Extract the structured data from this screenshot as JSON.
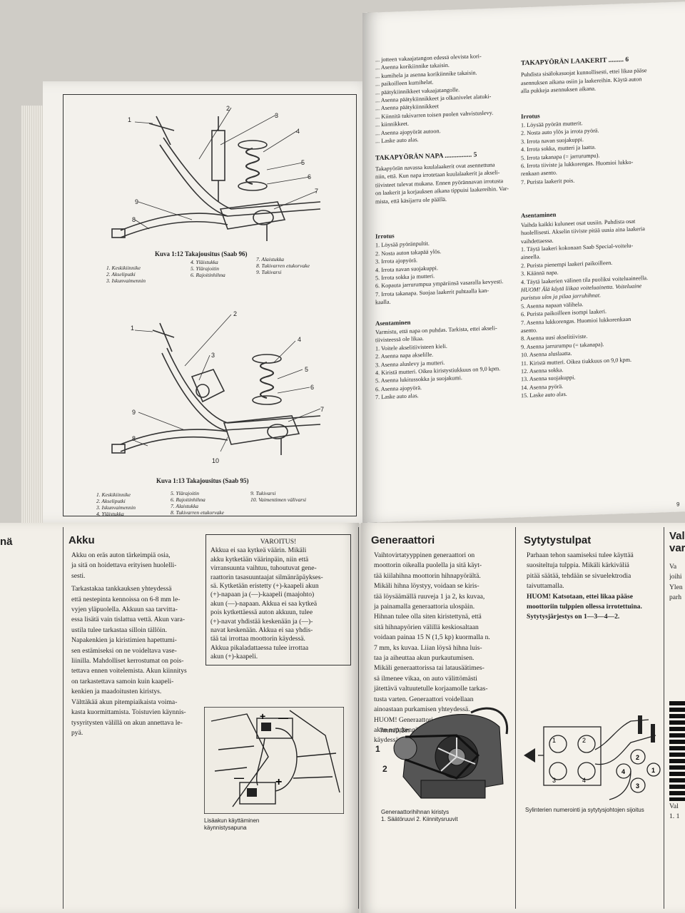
{
  "upper_left": {
    "fig12": {
      "caption": "Kuva 1:12  Takajousitus (Saab 96)",
      "callouts": [
        "1",
        "2",
        "3",
        "4",
        "5",
        "6",
        "7",
        "8",
        "9"
      ],
      "legend": [
        "1.  Keskikiinnike",
        "2.  Akseliputki",
        "3.  Iskunvaimennin",
        "4.  Yläistukka",
        "5.  Ylärajoitin",
        "6.  Rajoitinhihna",
        "7.  Alaistukka",
        "8.  Tukivarren etukorvake",
        "9.  Tukivarsi"
      ]
    },
    "fig13": {
      "caption": "Kuva 1:13  Takajousitus (Saab 95)",
      "callouts": [
        "1",
        "2",
        "3",
        "4",
        "5",
        "6",
        "7",
        "8",
        "9",
        "10"
      ],
      "legend": [
        "1.  Keskikiinnike",
        "2.  Akseliputki",
        "3.  Iskunvaimennin",
        "4.  Yläistukka",
        "5.  Ylärajoitin",
        "6.  Rajoitinhihna",
        "7.  Alaistukka",
        "8.  Tukivarren etukorvake",
        "9.  Tukivarsi",
        "10.  Vaimentimen välivarsi"
      ]
    }
  },
  "upper_right": {
    "col1_top": [
      "... jotteen vakaajatangon edessä olevista kori-",
      "... Asenna korikiinnike takaisin.",
      "... kumihela ja asenna korikiinnike takaisin.",
      "... paikoilleen kumihelat.",
      "... päätykiinnikkeet vakaajatangolle.",
      "... Asenna päätykiinnikkeet ja olkanivelet alatuki-",
      "... Asenna päätykiinnikkeet",
      "... Kiinnitä tukivarren toisen puolen vahvistuslevy.",
      "... kiinnikkeet.",
      "... Asenna ajopyörät autoon.",
      "... Laske auto alas."
    ],
    "napa_heading": "TAKAPYÖRÄN NAPA",
    "napa_num": "5",
    "napa_intro": [
      "Takapyörän navassa kuulalaakerit ovat asennettuna",
      "niin, että. Kun napa irrotetaan kuulalaakerit ja akseli-",
      "tiivisteet tulevat mukana. Ennen pyörännavan irrotusta",
      "on laakerit ja korjauksen aikana tippuisi laakereihin. Var-",
      "mista, että käsijarru ole päällä."
    ],
    "irrotus_heading": "Irrotus",
    "irrotus_steps": [
      "1.  Löysää pyöränpultit.",
      "2.  Nosta auton takapää ylös.",
      "3.  Irrota ajopyörä.",
      "4.  Irrota navan suojakuppi.",
      "5.  Irrota sokka ja mutteri.",
      "6.  Kopauta jarrurumpua ympäriinsä vasaralla kevyesti.",
      "7.  Irrota takanapa. Suojaa laakerit puhtaalla kan-",
      "     kaalla."
    ],
    "asentaminen_heading": "Asentaminen",
    "asentaminen_intro": [
      "Varmistu, että napa on puhdas. Tarkista, ettei akseli-",
      "tiivisteessä ole likaa."
    ],
    "asentaminen_steps": [
      "1.  Voitele akselitiivisteen kieli.",
      "2.  Asenna napa akselille.",
      "3.  Asenna aluslevy ja mutteri.",
      "4.  Kiristä mutteri. Oikea kiristystiukkuus on 9,0 kpm.",
      "5.  Asenna lukitussokka ja suojakumi.",
      "6.  Asenna ajopyörä.",
      "7.  Laske auto alas."
    ],
    "laakerit_heading": "TAKAPYÖRÄN LAAKERIT",
    "laakerit_num": "6",
    "laakerit_intro": [
      "Puhdista sisälokasuojat kunnollisesti, ettei likaa pääse",
      "asennuksen aikana osiin ja laakereihin. Käytä auton",
      "alla pukkeja asennuksen aikana."
    ],
    "irrotus2_heading": "Irrotus",
    "irrotus2_steps": [
      "1.  Löysää pyörän mutterit.",
      "2.  Nosta auto ylös ja irrota pyörä.",
      "3.  Irrota navan suojakuppi.",
      "4.  Irrota sokka, mutteri ja laatta.",
      "5.  Irrota takanapa (= jarrurumpu).",
      "6.  Irrota tiiviste ja lukkorengas. Huomioi lukko-",
      "     renkaan asento.",
      "7.  Purista laakerit pois."
    ],
    "asentaminen2_heading": "Asentaminen",
    "asentaminen2_intro": [
      "Vaihda kaikki kuluneet osat uusiin. Puhdista osat",
      "huolellisesti. Akselin tiiviste pitää uusia aina laakeria",
      "vaihdettaessa."
    ],
    "asentaminen2_steps": [
      "1.  Täytä laakeri kokonaan Saab Special-voitelu-",
      "     aineella.",
      "2.  Purista pienempi laakeri paikoilleen.",
      "3.  Käännä napa.",
      "4.  Täytä laakerien välinen tila puoliksi voiteluaineella.",
      "HUOM! Älä käytä liikaa voiteluainetta. Voiteluaine",
      "puristuu ulos ja pilaa jarruhihnat.",
      "5.  Asenna napaan välihela.",
      "6.  Purista paikoilleen isompi laakeri.",
      "7.  Asenna lukkorengas. Huomioi lukkorenkaan",
      "     asento.",
      "8.  Asenna uusi akselitiiviste.",
      "9.  Asenna jarrurumpu (= takanapa).",
      "10.  Asenna aluslaatta.",
      "11.  Kiristä mutteri. Oikea tiukkuus on 9,0 kpm.",
      "12.  Asenna sokka.",
      "13.  Asenna suojakuppi.",
      "14.  Asenna pyörä.",
      "15.  Laske auto alas."
    ],
    "page_number": "9"
  },
  "booklet_left": {
    "edge_fragment": "nä",
    "akku_heading": "Akku",
    "akku_text": [
      "Akku on eräs auton tärkeimpiä osia,",
      "ja sitä on hoidettava erityisen huolelli-",
      "sesti.",
      "Tarkastakaa tankkauksen yhteydessä",
      "että nestepinta kennoissa on 6-8 mm le-",
      "vyjen yläpuolella. Akkuun saa tarvitta-",
      "essa lisätä vain tislattua vettä. Akun vara-",
      "ustila tulee tarkastaa silloin tällöin.",
      "Napakenkien ja kiristimien hapettumi-",
      "sen estämiseksi on ne voideltava vase-",
      "liinilla. Mahdolliset kerrostumat on pois-",
      "tettava ennen voitelemista. Akun kiinnitys",
      "on tarkastettava samoin kuin kaapeli-",
      "kenkien ja maadoitusten kiristys.",
      "Välttäkää akun pitempiaikaista voima-",
      "kasta kuormittamista. Toistuvien käynnis-",
      "tysyritysten välillä on akun annettava le-",
      "pyä."
    ],
    "warning_title": "VAROITUS!",
    "warning_text": [
      "Akkua ei saa kytkeä väärin. Mikäli",
      "akku kytketään väärinpäin, niin että",
      "virransuunta vaihtuu, tuhoutuvat gene-",
      "raattorin tasasuuntaajat silmänräpäykses-",
      "sä. Kytketään eristetty (+)-kaapeli akun",
      "(+)-napaan ja (—)-kaapeli (maajohto)",
      "akun (—)-napaan. Akkua ei saa kytkeä",
      "pois kytkettäessä auton akkuun, tulee",
      "(+)-navat yhdistää keskenään ja (—)-",
      "navat keskenään. Akkua ei saa yhdis-",
      "tää tai irrottaa moottorin käydessä.",
      "Akkua pikaladattaessa tulee irrottaa",
      "akun (+)-kaapeli."
    ],
    "fig_caption": [
      "Lisäakun käyttäminen",
      "käynnistysapuna"
    ]
  },
  "booklet_right": {
    "generaattori_heading": "Generaattori",
    "generaattori_text": [
      "Vaihtovirtatyyppinen generaattori on",
      "moottorin oikealla puolella ja sitä käyt-",
      "tää kiilahihna moottorin hihnapyörältä.",
      "Mikäli hihna löystyy, voidaan se kiris-",
      "tää löysäämällä ruuveja 1 ja 2, ks kuvaa,",
      "ja painamalla generaattoria ulospäin.",
      "Hihnan tulee olla siten kiristettynä, että",
      "sitä hihnapyörien välillä keskiosaltaan",
      "voidaan painaa 15 N (1,5 kp) kuormalla n.",
      "7 mm, ks kuvaa. Liian löysä hihna luis-",
      "taa ja aiheuttaa akun purkautumisen.",
      "Mikäli generaattorissa tai latausäätimes-",
      "sä ilmenee vikaa, on auto välittömästi",
      "jätettävä valtuutetulle korjaamolle tarkas-",
      "tusta varten. Generaattori voidellaan",
      "ainoastaan purkamisen yhteydessä.",
      "HUOM! Generaattori vahingoittuu, jos",
      "akun napakengät irrotetaan moottorin",
      "käydessä."
    ],
    "gen_fig_label": "7mm/0,3in",
    "gen_callouts": [
      "1",
      "2"
    ],
    "gen_caption": [
      "Generaattorihihnan kiristys",
      "1. Säätöruuvi 2. Kiinnitysruuvit"
    ],
    "sytytys_heading": "Sytytystulpat",
    "sytytys_text": [
      "Parhaan tehon saamiseksi tulee käyttää",
      "suositeltuja tulppia. Mikäli kärkiväliä",
      "pitää säätää, tehdään se sivuelektrodia",
      "taivuttamalla.",
      "HUOM! Katsotaan, ettei likaa pääse",
      "moottoriin tulppien ollessa irrotettuina.",
      "Sytytysjärjestys on 1—3—4—2."
    ],
    "syt_callouts": [
      "1",
      "2",
      "3",
      "4"
    ],
    "syt_fig_callouts": [
      "1",
      "2",
      "3",
      "4"
    ],
    "syt_caption": "Sylinterien numerointi ja sytytysjohtojen sijoitus",
    "edge_heading": [
      "Val",
      "var"
    ],
    "edge_text": [
      "Va",
      "joihi",
      "Ylen",
      "parh",
      "Val",
      "1. 1"
    ]
  }
}
